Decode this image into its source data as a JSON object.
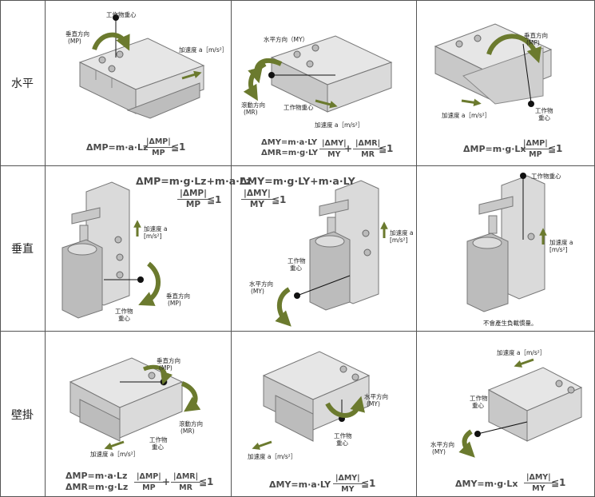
{
  "rows": [
    {
      "label": "水平"
    },
    {
      "label": "垂直"
    },
    {
      "label": "壁掛"
    }
  ],
  "cells": {
    "r1c1": {
      "center_of_gravity": "工作物重心",
      "moment": "垂直方向",
      "moment_sym": "(MP)",
      "accel": "加速度 a［m/s²］",
      "formula_left": "ΔMP=m·a·Lz",
      "frac_num": "|ΔMP|",
      "frac_den": "MP",
      "le": "≦1"
    },
    "r1c2": {
      "moment1": "水平方向（MY）",
      "moment2": "滾動方向",
      "moment2_sym": "(MR)",
      "center_of_gravity": "工作物重心",
      "accel": "加速度 a［m/s²］",
      "formula_line1": "ΔMY=m·a·LY",
      "formula_line2": "ΔMR=m·g·LY",
      "frac1_num": "|ΔMY|",
      "frac1_den": "MY",
      "plus": "+",
      "frac2_num": "|ΔMR|",
      "frac2_den": "MR",
      "le": "≦1"
    },
    "r1c3": {
      "moment": "垂直方向",
      "moment_sym": "(MP)",
      "center_of_gravity_1": "工作物",
      "center_of_gravity_2": "重心",
      "accel": "加速度 a［m/s²］",
      "formula_left": "ΔMP=m·g·Lx",
      "frac_num": "|ΔMP|",
      "frac_den": "MP",
      "le": "≦1"
    },
    "r2c1": {
      "formula_left": "ΔMP=m·g·Lz+m·a·Lz",
      "frac_num": "|ΔMP|",
      "frac_den": "MP",
      "le": "≦1",
      "accel_1": "加速度 a",
      "accel_2": "[m/s²]",
      "moment": "垂直方向",
      "moment_sym": "(MP)",
      "center_of_gravity_1": "工作物",
      "center_of_gravity_2": "重心"
    },
    "r2c2": {
      "formula_left": "ΔMY=m·g·LY+m·a·LY",
      "frac_num": "|ΔMY|",
      "frac_den": "MY",
      "le": "≦1",
      "accel_1": "加速度 a",
      "accel_2": "[m/s²]",
      "center_of_gravity_1": "工作物",
      "center_of_gravity_2": "重心",
      "moment": "水平方向",
      "moment_sym": "(MY)"
    },
    "r2c3": {
      "center_of_gravity": "工作物重心",
      "accel_1": "加速度 a",
      "accel_2": "[m/s²]",
      "note": "不會產生負載慣量。"
    },
    "r3c1": {
      "moment1": "垂直方向",
      "moment1_sym": "(MP)",
      "moment2": "滾動方向",
      "moment2_sym": "(MR)",
      "center_of_gravity_1": "工作物",
      "center_of_gravity_2": "重心",
      "accel": "加速度 a［m/s²］",
      "formula_line1": "ΔMP=m·a·Lz",
      "formula_line2": "ΔMR=m·g·Lz",
      "frac1_num": "|ΔMP|",
      "frac1_den": "MP",
      "plus": "+",
      "frac2_num": "|ΔMR|",
      "frac2_den": "MR",
      "le": "≦1"
    },
    "r3c2": {
      "moment": "水平方向",
      "moment_sym": "(MY)",
      "center_of_gravity_1": "工作物",
      "center_of_gravity_2": "重心",
      "accel": "加速度 a［m/s²］",
      "formula_left": "ΔMY=m·a·LY",
      "frac_num": "|ΔMY|",
      "frac_den": "MY",
      "le": "≦1"
    },
    "r3c3": {
      "accel": "加速度 a［m/s²］",
      "center_of_gravity_1": "工作物",
      "center_of_gravity_2": "重心",
      "moment": "水平方向",
      "moment_sym": "(MY)",
      "formula_left": "ΔMY=m·g·Lx",
      "frac_num": "|ΔMY|",
      "frac_den": "MY",
      "le": "≦1"
    }
  },
  "colors": {
    "arrow": "#6b7a2e",
    "body": "#d8d8d8",
    "body_dark": "#9a9a9a",
    "grid": "#555555"
  }
}
